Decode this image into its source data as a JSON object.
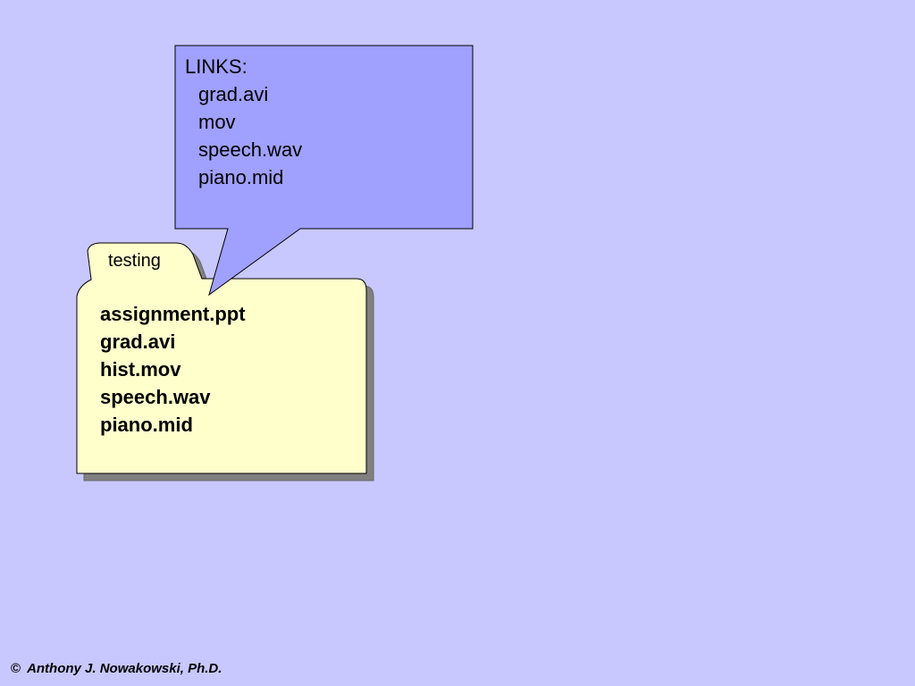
{
  "colors": {
    "background": "#c8c8ff",
    "callout_fill": "#a0a0ff",
    "folder_fill": "#ffffcc",
    "shadow": "#808080"
  },
  "callout": {
    "heading": "LINKS:",
    "items": [
      "grad.avi",
      "mov",
      "speech.wav",
      "piano.mid"
    ]
  },
  "folder": {
    "tab_label": "testing",
    "files": [
      "assignment.ppt",
      "grad.avi",
      "hist.mov",
      "speech.wav",
      "piano.mid"
    ]
  },
  "footer": {
    "copyright_symbol": "©",
    "credit": "Anthony J. Nowakowski, Ph.D."
  }
}
